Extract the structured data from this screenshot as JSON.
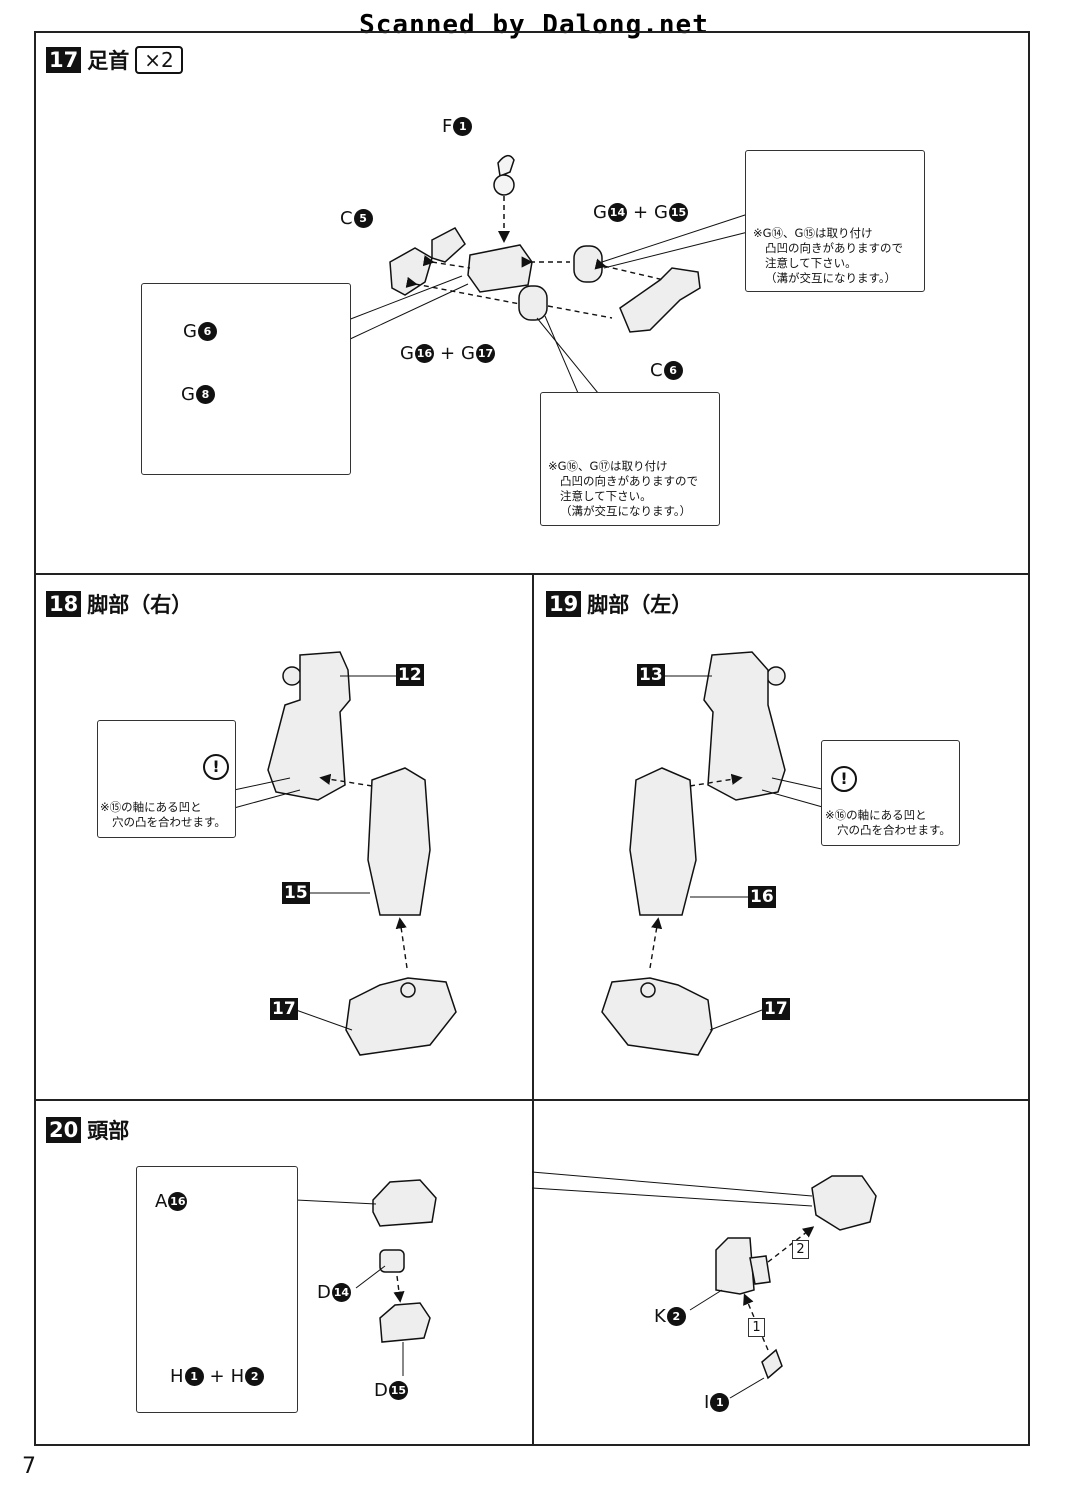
{
  "header": {
    "scanner_text": "Scanned by Dalong.net"
  },
  "page_number": "7",
  "steps": {
    "s17": {
      "number": "17",
      "title": "足首",
      "multiplier": "×2",
      "parts": {
        "f1": {
          "letter": "F",
          "num": "1"
        },
        "c5": {
          "letter": "C",
          "num": "5"
        },
        "c6": {
          "letter": "C",
          "num": "6"
        },
        "g14": {
          "letter": "G",
          "num": "14"
        },
        "g15": {
          "letter": "G",
          "num": "15"
        },
        "g16": {
          "letter": "G",
          "num": "16"
        },
        "g17": {
          "letter": "G",
          "num": "17"
        },
        "g6": {
          "letter": "G",
          "num": "6"
        },
        "g8": {
          "letter": "G",
          "num": "8"
        },
        "plus": "+"
      },
      "note_upper": {
        "ref": "※G⑭、G⑮は取り付け",
        "line2": "凸凹の向きがありますので",
        "line3": "注意して下さい。",
        "line4": "（溝が交互になります。）"
      },
      "note_lower": {
        "ref": "※G⑯、G⑰は取り付け",
        "line2": "凸凹の向きがありますので",
        "line3": "注意して下さい。",
        "line4": "（溝が交互になります。）"
      }
    },
    "s18": {
      "number": "18",
      "title": "脚部（右）",
      "labels": {
        "a": "12",
        "b": "15",
        "c": "17"
      },
      "note": {
        "line1": "※⑮の軸にある凹と",
        "line2": "穴の凸を合わせます。"
      },
      "warn": "!"
    },
    "s19": {
      "number": "19",
      "title": "脚部（左）",
      "labels": {
        "a": "13",
        "b": "16",
        "c": "17"
      },
      "note": {
        "line1": "※⑯の軸にある凹と",
        "line2": "穴の凸を合わせます。"
      },
      "warn": "!"
    },
    "s20": {
      "number": "20",
      "title": "頭部",
      "parts": {
        "a16": {
          "letter": "A",
          "num": "16"
        },
        "h1": {
          "letter": "H",
          "num": "1"
        },
        "h2": {
          "letter": "H",
          "num": "2"
        },
        "d14": {
          "letter": "D",
          "num": "14"
        },
        "d15": {
          "letter": "D",
          "num": "15"
        },
        "k2": {
          "letter": "K",
          "num": "2"
        },
        "i1": {
          "letter": "I",
          "num": "1"
        },
        "plus": "+"
      },
      "order": {
        "first": "1",
        "second": "2"
      }
    }
  }
}
